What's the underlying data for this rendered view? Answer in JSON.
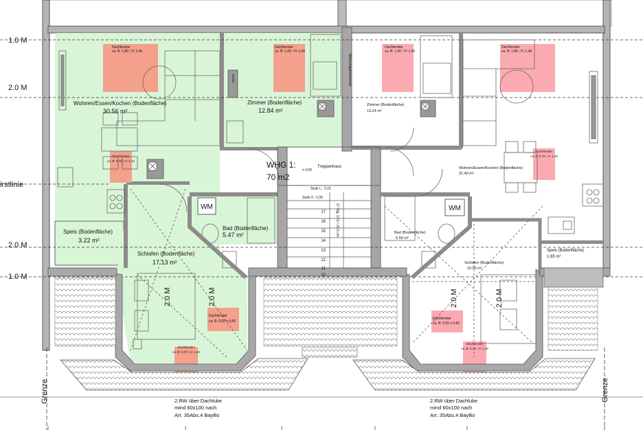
{
  "levels": {
    "l1_top": "1.0 M",
    "l2_top": "2.0 M",
    "l2_bottom": "2.0 M",
    "l1_bottom": "1.0 M",
    "firstlinie": "irstlinie"
  },
  "grenze": "Grenze",
  "west_apartment": {
    "wohnen_label": "Wohnen/Essen/Kochen (Bodenfläche)",
    "wohnen_area": "30.56 m²",
    "zimmer_label": "Zimmer (Bodenfläche)",
    "zimmer_area": "12.84 m²",
    "whg_label": "WHG 1:",
    "whg_area": "70 m2",
    "speis_label": "Speis (Bodenfläche)",
    "speis_area": "3.22 m²",
    "schlafen_label": "Schlafen (Bodenfläche)",
    "schlafen_area": "17.13 m²",
    "bad_label": "Bad (Bodenfläche)",
    "bad_area": "5.47 m²",
    "wm": "WM",
    "window_1a": "Dachfenster",
    "window_1b": "ca. B: 1,80 ; H: 1,40",
    "window_2a": "Dachfenster",
    "window_2b": "ca. B: 1,00 ; H: 1,40",
    "window_3a": "Dachfenster",
    "window_3b": "ca. B: 0,70 ; H: 1,10",
    "window_4a": "Dachfenster",
    "window_4b": "ca. B: 0,55 x 0,95",
    "window_5a": "Dachfenster",
    "window_5b": "ca. B: 0,70 ; H: 1,10",
    "kamin": "Kamin",
    "height_a": "2.0 M",
    "height_b": "2.0 M"
  },
  "east_apartment": {
    "zimmer_label": "Zimmer (Bodenfläche)",
    "zimmer_area": "13.24 m²",
    "wohnen_label": "Wohnen/Essen/Kochen (Bodenfläche)",
    "wohnen_area": "31.40 m²",
    "bad_label": "Bad (Bodenfläche)",
    "bad_area": "5.59 m²",
    "schlafen_label": "Schlafen (Bodenfläche)",
    "schlafen_area": "15.55 m²",
    "speis_label": "Speis (Bodenfläche)",
    "speis_area": "1.65 m²",
    "wm": "WM",
    "window_1a": "Dachfenster",
    "window_1b": "ca. B: 1,00 ; H: 1,40",
    "window_2a": "Dachfenster",
    "window_2b": "ca. B: 1,80 ; H: 1,40",
    "window_3a": "Dachfenster",
    "window_3b": "ca. B: 0,70 ; H: 1,10",
    "window_4a": "Dachfenster",
    "window_4b": "ca. B: 0,55 x 0,95",
    "window_5a": "Dachfenster",
    "window_5b": "ca. B: 0,70 ; H: 1,10",
    "height_a": "2.0 M",
    "height_b": "2.0 M"
  },
  "stair": {
    "treppenhaus": "Treppenhaus",
    "stair_level": "± 0,00",
    "stufe_l": "Stufe L : 0,15",
    "stufe_0": "Stufe 0 : 0,30",
    "stair_note": "17 Stg. 17,6 / 26,5 cm",
    "wohnungstrennwand": "Wohnungstrennwand",
    "step_numbers": [
      "17",
      "16",
      "15",
      "14",
      "13",
      "12",
      "11",
      "10"
    ]
  },
  "notes": {
    "left_1": "2.RW über Dachluke",
    "left_2": "mind 60x100 nach",
    "left_3": "Art. 35Abs.4 BayBo",
    "right_1": "2.RW über Dachluke",
    "right_2": "mind 60x100 nach",
    "right_3": "Art. 35Abs.4 BayBo"
  },
  "colors": {
    "room_fill": "#d9f5d7",
    "window_fill": "#f3a08d",
    "window_fill_east": "#fbaab2",
    "wall": "#7a7a7a",
    "roof_tile": "#8a8a8a"
  }
}
